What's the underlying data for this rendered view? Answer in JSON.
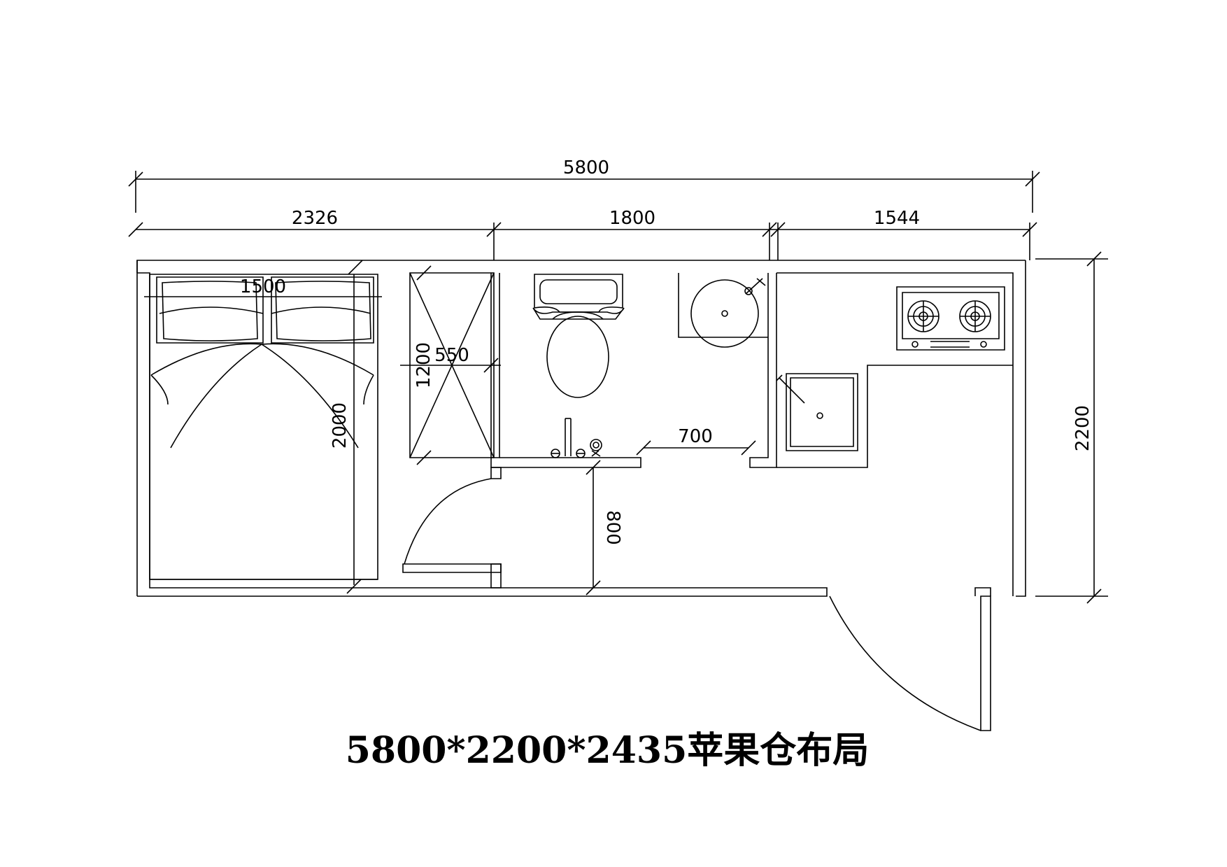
{
  "title": "5800*2200*2435苹果仓布局",
  "dimensions": {
    "total_length": "5800",
    "bedroom_length": "2326",
    "bathroom_length": "1800",
    "kitchen_length": "1544",
    "total_width": "2200",
    "bed_width": "1500",
    "bed_length": "2000",
    "shower_depth": "550",
    "shower_length": "1200",
    "bath_door_width": "700",
    "entry_door_width": "800"
  }
}
